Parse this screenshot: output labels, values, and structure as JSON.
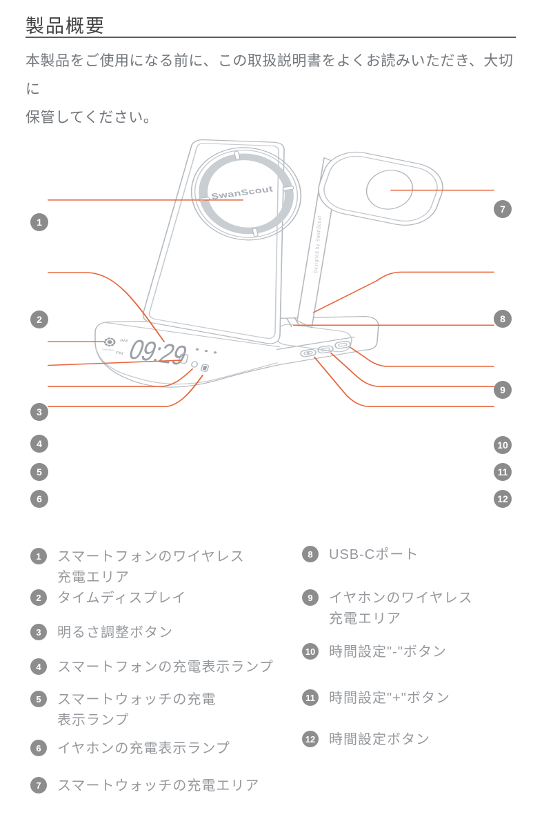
{
  "page": {
    "title": "製品概要",
    "intro_line1": "本製品をご使用になる前に、この取扱説明書をよくお読みいただき、大切に",
    "intro_line2": "保管してください。"
  },
  "device": {
    "brand": "SwanScout",
    "edge_text": "Designed by SwanScout",
    "clock": {
      "time": "09:29",
      "am": "AM",
      "pm": "PM",
      "brightness_label": "ON/OFF"
    }
  },
  "diagram": {
    "callouts": [
      "1",
      "2",
      "3",
      "4",
      "5",
      "6",
      "7",
      "8",
      "9",
      "10",
      "11",
      "12"
    ]
  },
  "legend": {
    "left": [
      {
        "num": "1",
        "lines": [
          "スマートフォンのワイヤレス",
          "充電エリア"
        ]
      },
      {
        "num": "2",
        "lines": [
          "タイムディスプレイ"
        ]
      },
      {
        "num": "3",
        "lines": [
          "明るさ調整ボタン"
        ]
      },
      {
        "num": "4",
        "lines": [
          "スマートフォンの充電表示ランプ"
        ]
      },
      {
        "num": "5",
        "lines": [
          "スマートウォッチの充電",
          "表示ランプ"
        ]
      },
      {
        "num": "6",
        "lines": [
          "イヤホンの充電表示ランプ"
        ]
      },
      {
        "num": "7",
        "lines": [
          "スマートウォッチの充電エリア"
        ]
      }
    ],
    "right": [
      {
        "num": "8",
        "lines": [
          "USB-Cポート"
        ]
      },
      {
        "num": "9",
        "lines": [
          "イヤホンのワイヤレス",
          "充電エリア"
        ]
      },
      {
        "num": "10",
        "lines": [
          "時間設定\"-\"ボタン"
        ]
      },
      {
        "num": "11",
        "lines": [
          "時間設定\"+\"ボタン"
        ]
      },
      {
        "num": "12",
        "lines": [
          "時間設定ボタン"
        ]
      }
    ]
  },
  "colors": {
    "accent_orange": "#E8653C",
    "badge_gray": "#8B8B8B",
    "line_art_gray": "#B4B9BF",
    "legend_text_gray": "#96999D"
  }
}
